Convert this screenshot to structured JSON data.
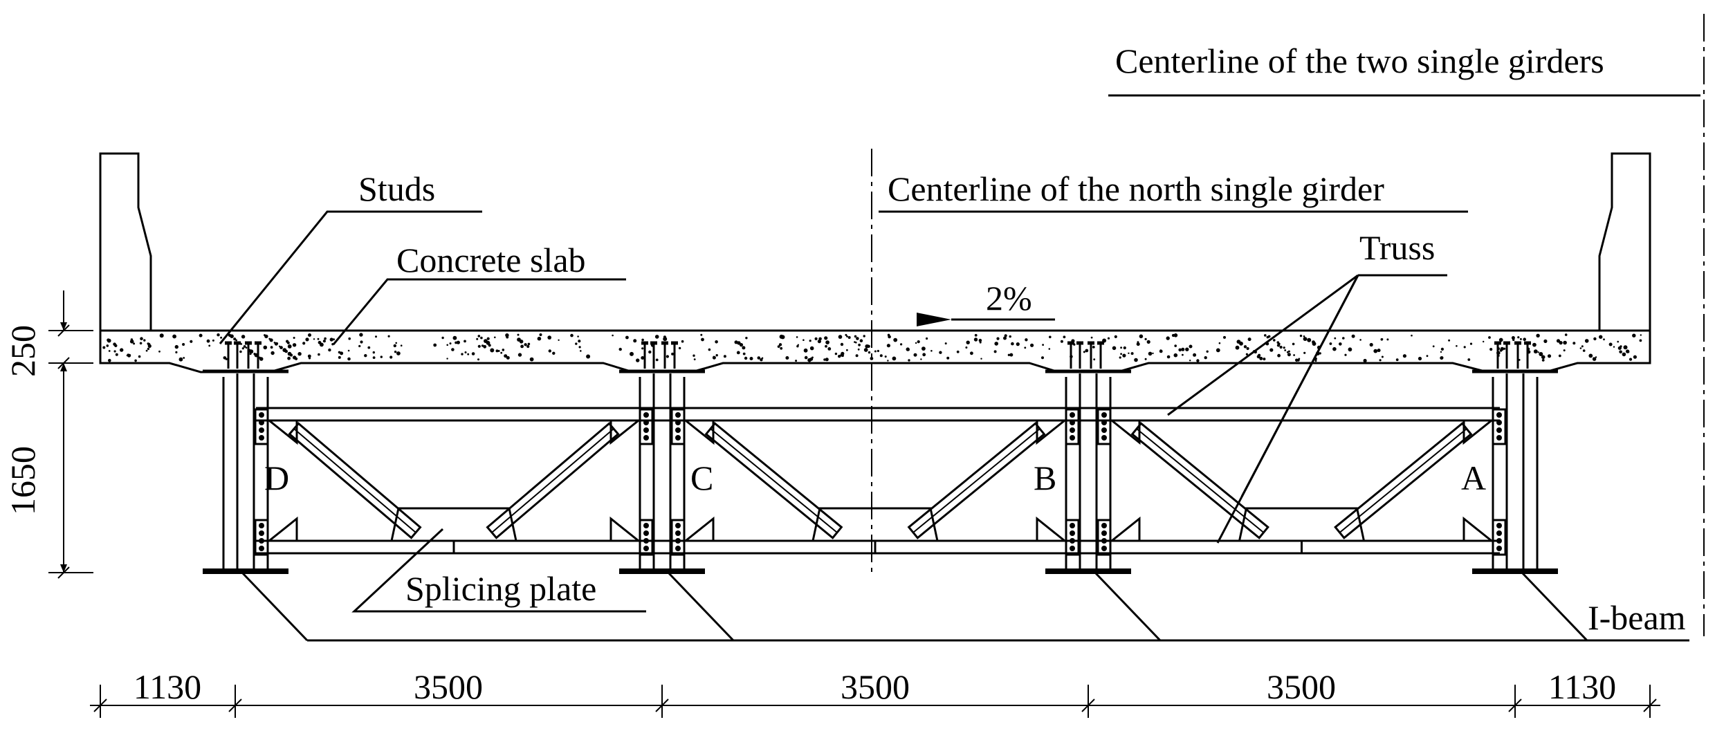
{
  "labels": {
    "centerline_two": "Centerline of the two single girders",
    "centerline_north": "Centerline of the north single girder",
    "studs": "Studs",
    "concrete_slab": "Concrete slab",
    "truss": "Truss",
    "slope": "2%",
    "splicing_plate": "Splicing plate",
    "ibeam": "I-beam",
    "girder_d": "D",
    "girder_c": "C",
    "girder_b": "B",
    "girder_a": "A"
  },
  "dimensions": {
    "horizontal": [
      "1130",
      "3500",
      "3500",
      "3500",
      "1130"
    ],
    "slab_thickness": "250",
    "girder_depth": "1650"
  }
}
